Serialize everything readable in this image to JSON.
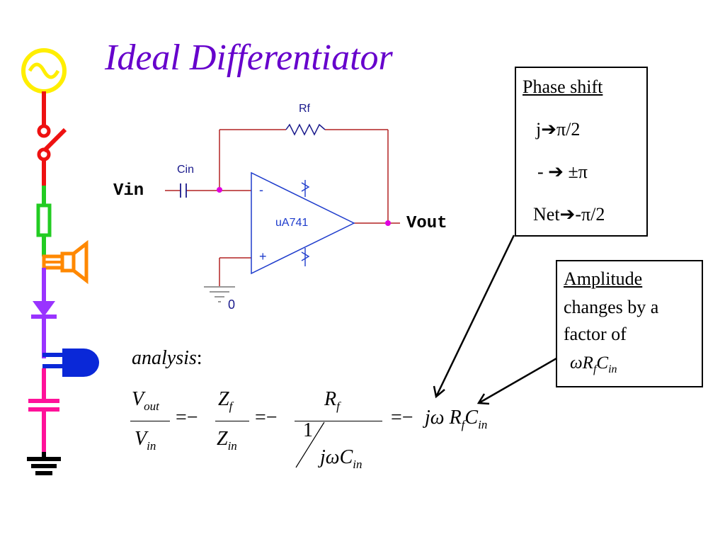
{
  "title": "Ideal Differentiator",
  "circuit": {
    "vin_label": "Vin",
    "vout_label": "Vout",
    "rf_label": "Rf",
    "cin_label": "Cin",
    "opamp_label": "uA741",
    "minus_sign": "-",
    "plus_sign": "+",
    "ground_label": "0"
  },
  "phase_box": {
    "heading": "Phase shift",
    "line1": "j➔π/2",
    "line2": "- ➔ ±π",
    "line3": "Net➔-π/2"
  },
  "amplitude_box": {
    "heading": "Amplitude",
    "line1": "changes by a",
    "line2": "factor of",
    "factor": "ωRfCin"
  },
  "analysis": {
    "label": "analysis",
    "colon": ":",
    "eq": {
      "v": "V",
      "out": "out",
      "in": "in",
      "z": "Z",
      "f": "f",
      "r": "R",
      "c": "C",
      "one": "1",
      "jw": "jω",
      "eqsign": "=",
      "minus": "−"
    }
  },
  "colors": {
    "title": "#6600cc",
    "wire_red": "#b22222",
    "opamp_blue": "#1e3ccc",
    "node_magenta": "#e000e0",
    "label_blue": "#1a1a8c"
  },
  "decorations": [
    "ac-source-icon",
    "switch-icon",
    "fuse-icon",
    "speaker-icon",
    "diode-icon",
    "plug-icon",
    "capacitor-icon",
    "ground-icon"
  ]
}
